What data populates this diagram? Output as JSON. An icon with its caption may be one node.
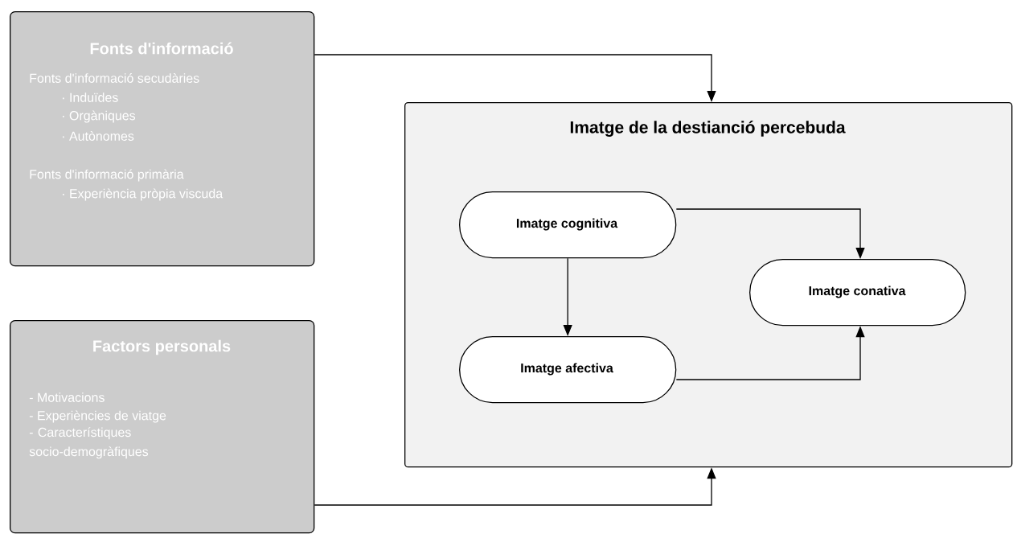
{
  "diagram": {
    "nodes": [
      {
        "text": [
          "Fonts d'informació",
          "Fonts d'informació secudàries",
          "· Induïdes",
          "· Orgàniques",
          "· Autònomes",
          "Fonts d'informació primària",
          "· Experiència pròpia viscuda"
        ]
      },
      {
        "text": [
          "Factors personals",
          "- Motivacions",
          "- Experiències de viatge",
          "- Característiques socio-demogràfiques"
        ]
      },
      {
        "text": [
          "Imatge de la destianció percebuda"
        ]
      },
      {
        "text": [
          "Imatge cognitiva"
        ],
        "in": 2
      },
      {
        "text": [
          "Imatge afectiva"
        ],
        "in": 2
      },
      {
        "text": [
          "Imatge conativa"
        ],
        "in": 2
      }
    ],
    "edges": [
      {
        "from": 0,
        "to": 2,
        "arrow": "to"
      },
      {
        "from": 1,
        "to": 2,
        "arrow": "to"
      },
      {
        "from": 3,
        "to": 4,
        "arrow": "to"
      },
      {
        "from": 3,
        "to": 5,
        "arrow": "to"
      },
      {
        "from": 4,
        "to": 5,
        "arrow": "to"
      }
    ]
  }
}
